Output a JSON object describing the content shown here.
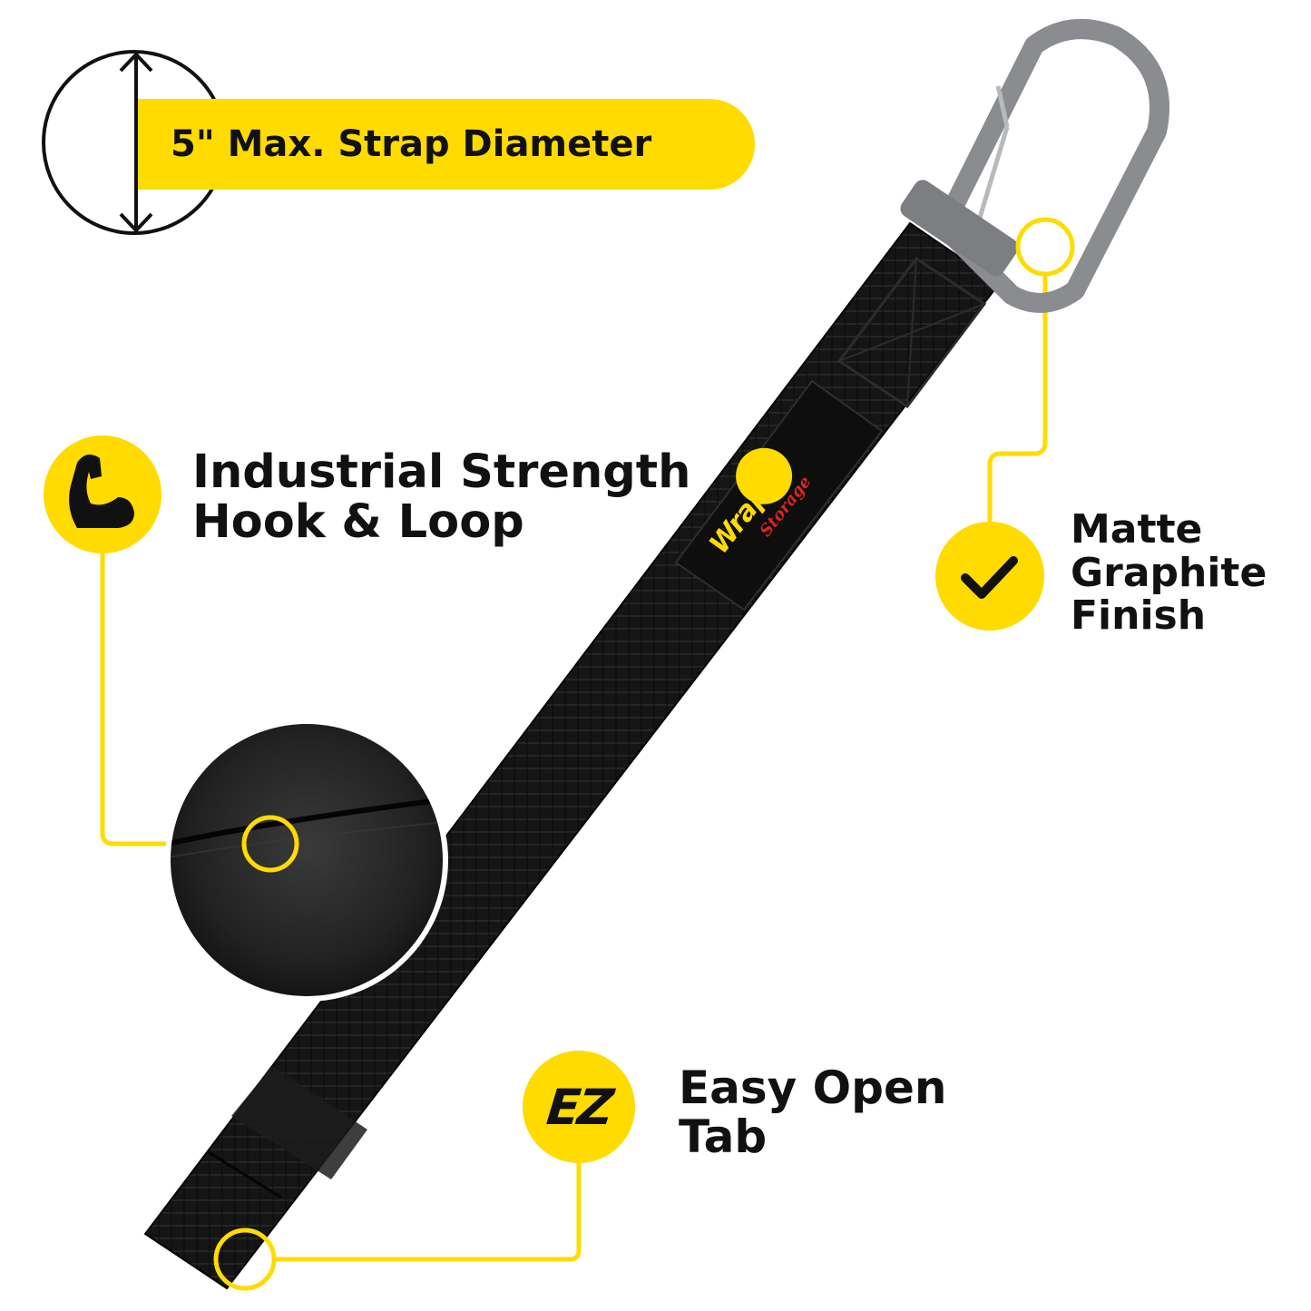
{
  "colors": {
    "accent_yellow": "#FFDB00",
    "strap_black": "#141414",
    "hook_graphite": "#8A8C8F",
    "text_dark": "#111111",
    "logo_red": "#D9251D"
  },
  "diameter_callout": {
    "label": "5\" Max. Strap Diameter",
    "icon": "diameter-circle-arrow-icon"
  },
  "strength_callout": {
    "icon": "flexed-bicep-icon",
    "lines": [
      "Industrial Strength",
      "Hook & Loop"
    ]
  },
  "finish_callout": {
    "icon": "check-mark-icon",
    "lines": [
      "Matte",
      "Graphite",
      "Finish"
    ]
  },
  "tab_callout": {
    "icon_text": "EZ",
    "lines": [
      "Easy Open",
      "Tab"
    ]
  },
  "brand_logo": {
    "name": "Wrap-It",
    "sub": "Storage"
  }
}
